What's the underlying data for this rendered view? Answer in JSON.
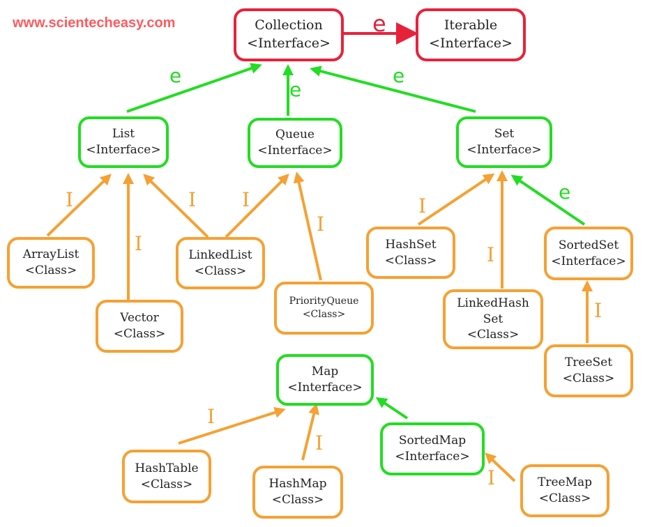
{
  "watermark": "www.scientecheasy.com",
  "colors": {
    "red": "#e8213b",
    "green": "#22dd22",
    "orange": "#f5a133"
  },
  "nodes": {
    "collection": {
      "name": "Collection",
      "kind": "<Interface>"
    },
    "iterable": {
      "name": "Iterable",
      "kind": "<Interface>"
    },
    "list": {
      "name": "List",
      "kind": "<Interface>"
    },
    "queue": {
      "name": "Queue",
      "kind": "<Interface>"
    },
    "set": {
      "name": "Set",
      "kind": "<Interface>"
    },
    "arraylist": {
      "name": "ArrayList",
      "kind": "<Class>"
    },
    "vector": {
      "name": "Vector",
      "kind": "<Class>"
    },
    "linkedlist": {
      "name": "LinkedList",
      "kind": "<Class>"
    },
    "priorityqueue": {
      "name": "PriorityQueue",
      "kind": "<Class>"
    },
    "hashset": {
      "name": "HashSet",
      "kind": "<Class>"
    },
    "linkedhashset": {
      "name_line1": "LinkedHash",
      "name_line2": "Set",
      "kind": "<Class>"
    },
    "sortedset": {
      "name": "SortedSet",
      "kind": "<Interface>"
    },
    "treeset": {
      "name": "TreeSet",
      "kind": "<Class>"
    },
    "map": {
      "name": "Map",
      "kind": "<Interface>"
    },
    "hashtable": {
      "name": "HashTable",
      "kind": "<Class>"
    },
    "hashmap": {
      "name": "HashMap",
      "kind": "<Class>"
    },
    "sortedmap": {
      "name": "SortedMap",
      "kind": "<Interface>"
    },
    "treemap": {
      "name": "TreeMap",
      "kind": "<Class>"
    }
  },
  "edge_labels": {
    "extends": "e",
    "implements": "I"
  }
}
